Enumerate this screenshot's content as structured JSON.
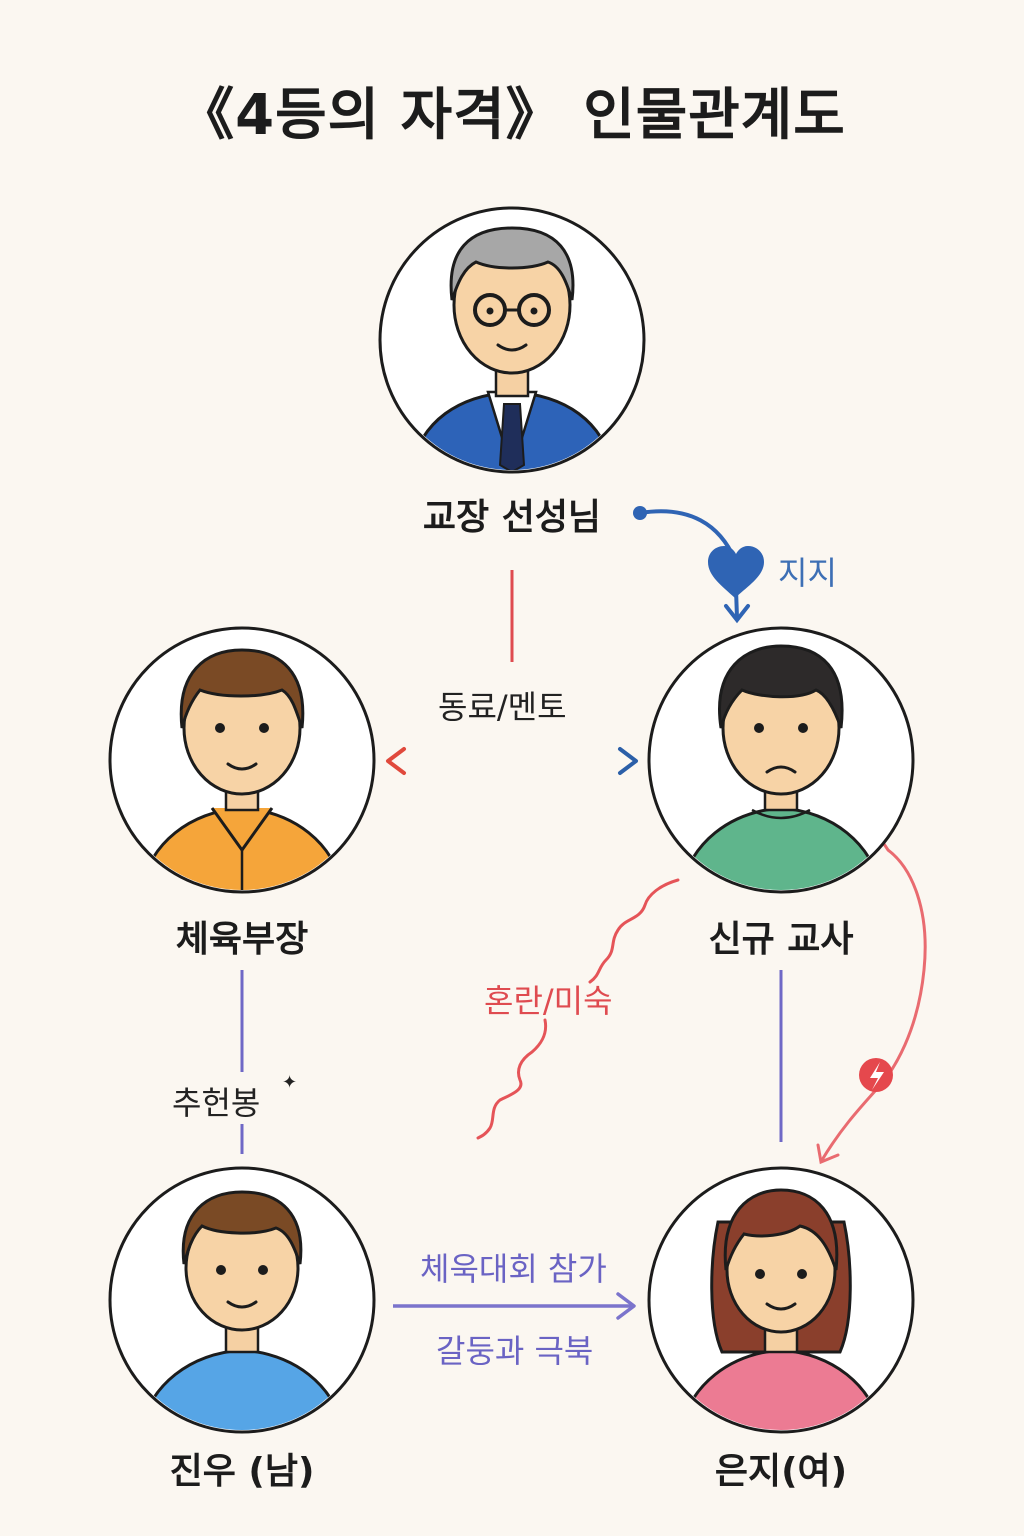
{
  "title": "《4등의 자격》 인물관계도",
  "characters": {
    "principal": {
      "name": "교장 선성님",
      "icon": "principal-avatar-icon"
    },
    "pe_head": {
      "name": "체육부장",
      "icon": "pe-head-avatar-icon"
    },
    "new_teacher": {
      "name": "신규 교사",
      "icon": "new-teacher-avatar-icon"
    },
    "jinwoo": {
      "name": "진우 (남)",
      "icon": "jinwoo-avatar-icon"
    },
    "eunji": {
      "name": "은지(여)",
      "icon": "eunji-avatar-icon"
    }
  },
  "relations": {
    "support": "지지",
    "colleague_mentor": "동료/멘토",
    "confusion": "혼란/미숙",
    "recommend": "추헌봉",
    "sports_event": "체욱대회 참가",
    "conflict": "갈둥과 극북"
  },
  "colors": {
    "background": "#fbf7f1",
    "support": "#2f64b4",
    "mentor_left": "#e0493c",
    "mentor_mid": "#f3b13b",
    "mentor_right": "#2b5fa8",
    "confusion": "#e55458",
    "purple": "#6f68c6"
  }
}
